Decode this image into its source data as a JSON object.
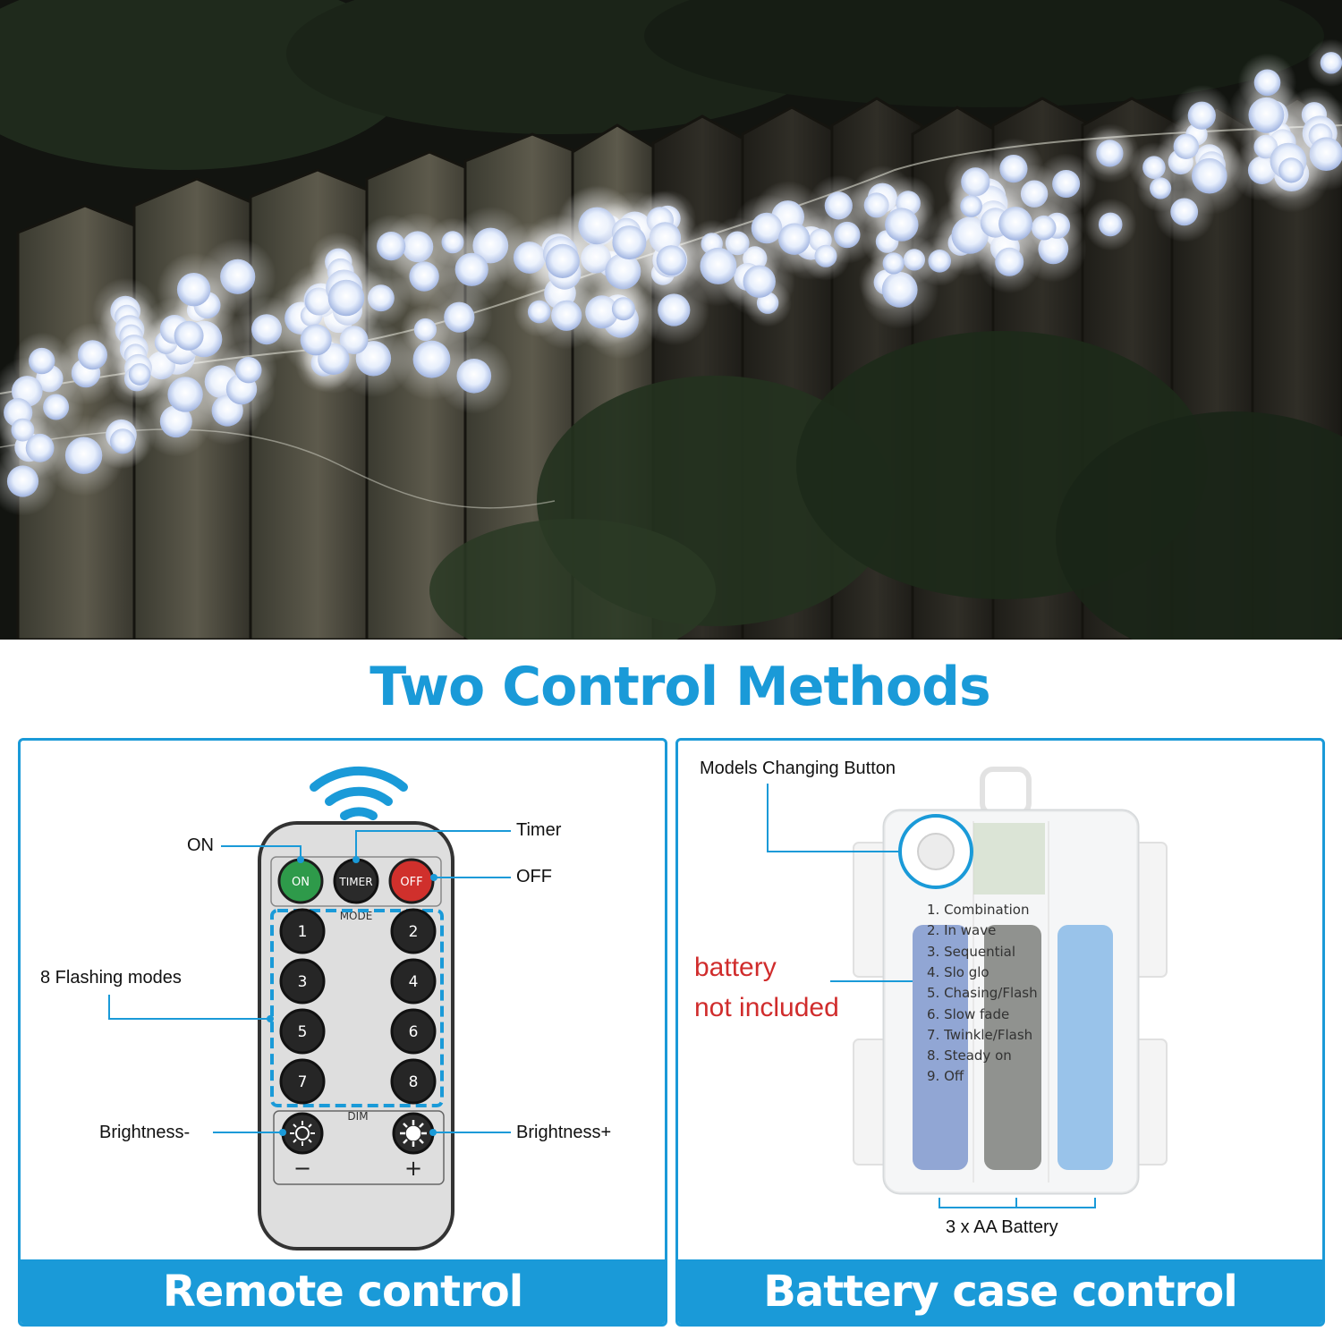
{
  "headline": "Two Control Methods",
  "remote_panel": {
    "footer": "Remote control",
    "callouts": {
      "on": "ON",
      "timer": "Timer",
      "off": "OFF",
      "flashing_modes": "8 Flashing modes",
      "brightness_minus": "Brightness-",
      "brightness_plus": "Brightness+"
    },
    "buttons": {
      "on": "ON",
      "timer": "TIMER",
      "off": "OFF",
      "mode": "MODE",
      "numbers": [
        "1",
        "2",
        "3",
        "4",
        "5",
        "6",
        "7",
        "8"
      ],
      "dim": "DIM",
      "minus": "−",
      "plus": "+"
    },
    "colors": {
      "on": "#2e9a4a",
      "timer": "#2a2a2a",
      "off": "#d0302c"
    }
  },
  "battery_panel": {
    "footer": "Battery case control",
    "callouts": {
      "models_button": "Models Changing Button",
      "battery_line1": "battery",
      "battery_line2": "not included",
      "battery_count": "3 x AA Battery"
    },
    "modes": [
      "1. Combination",
      "2. In wave",
      "3. Sequential",
      "4. Slo glo",
      "5. Chasing/Flash",
      "6. Slow fade",
      "7. Twinkle/Flash",
      "8. Steady on",
      "9. Off"
    ]
  },
  "colors": {
    "accent": "#1a9ad8",
    "warning": "#d02c2c"
  }
}
